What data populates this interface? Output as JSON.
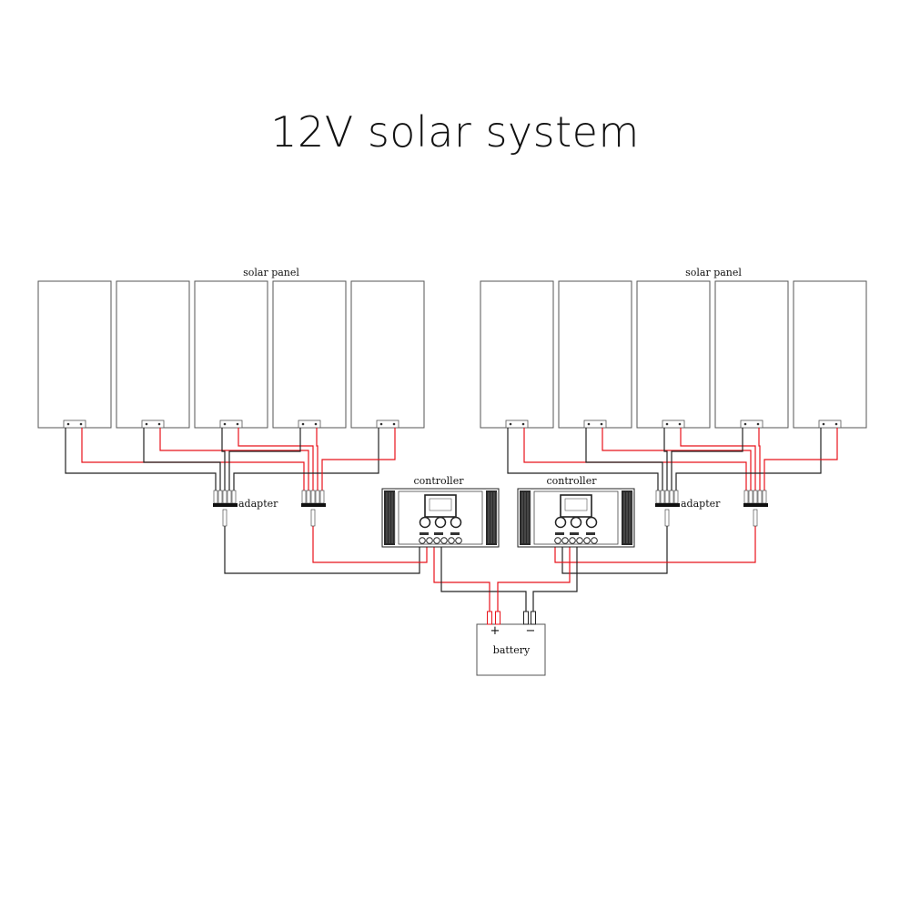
{
  "title": "12V solar system",
  "labels": {
    "solar_panel_left": "solar panel",
    "solar_panel_right": "solar panel",
    "controller_left": "controller",
    "controller_right": "controller",
    "adapter_left": "adapter",
    "adapter_right": "adapter",
    "battery": "battery",
    "battery_plus": "+",
    "battery_minus": "−"
  },
  "colors": {
    "positive_wire": "#e8131b",
    "negative_wire": "#222222",
    "outline": "#555555",
    "panel_fill": "#ffffff"
  }
}
